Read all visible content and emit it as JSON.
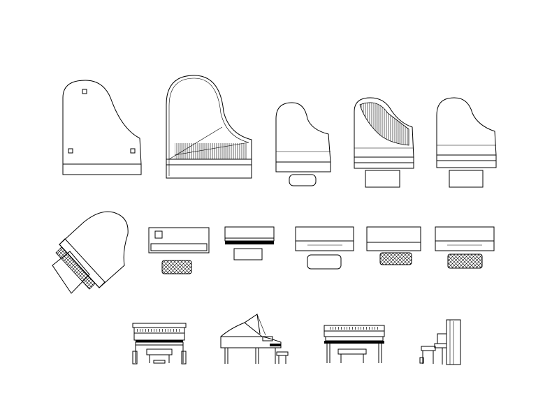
{
  "drawing": {
    "background": "#ffffff",
    "line_color": "#000000",
    "symbols": [
      {
        "id": "grand-plan-open-lid",
        "kind": "grand piano plan, lid open",
        "row": 1
      },
      {
        "id": "grand-plan-strings",
        "kind": "grand piano plan, strings visible",
        "row": 1
      },
      {
        "id": "baby-grand-plan-bench",
        "kind": "baby grand plan with bench",
        "row": 1
      },
      {
        "id": "grand-plan-harp",
        "kind": "grand piano plan with harp",
        "row": 1
      },
      {
        "id": "grand-plan-bench",
        "kind": "grand piano plan with bench",
        "row": 1
      },
      {
        "id": "grand-plan-rotated",
        "kind": "grand piano plan, rotated",
        "row": 2
      },
      {
        "id": "keyboard-plan",
        "kind": "digital keyboard plan",
        "row": 2
      },
      {
        "id": "upright-plan-a",
        "kind": "upright piano plan",
        "row": 2
      },
      {
        "id": "upright-plan-b",
        "kind": "upright piano plan",
        "row": 2
      },
      {
        "id": "upright-plan-c",
        "kind": "upright piano plan",
        "row": 2
      },
      {
        "id": "upright-plan-d",
        "kind": "upright piano plan",
        "row": 2
      },
      {
        "id": "upright-front",
        "kind": "upright piano front elevation",
        "row": 3
      },
      {
        "id": "grand-side",
        "kind": "grand piano side elevation",
        "row": 3
      },
      {
        "id": "upright-front-bench",
        "kind": "upright piano front with bench",
        "row": 3
      },
      {
        "id": "upright-side",
        "kind": "upright piano side elevation",
        "row": 3
      }
    ]
  }
}
